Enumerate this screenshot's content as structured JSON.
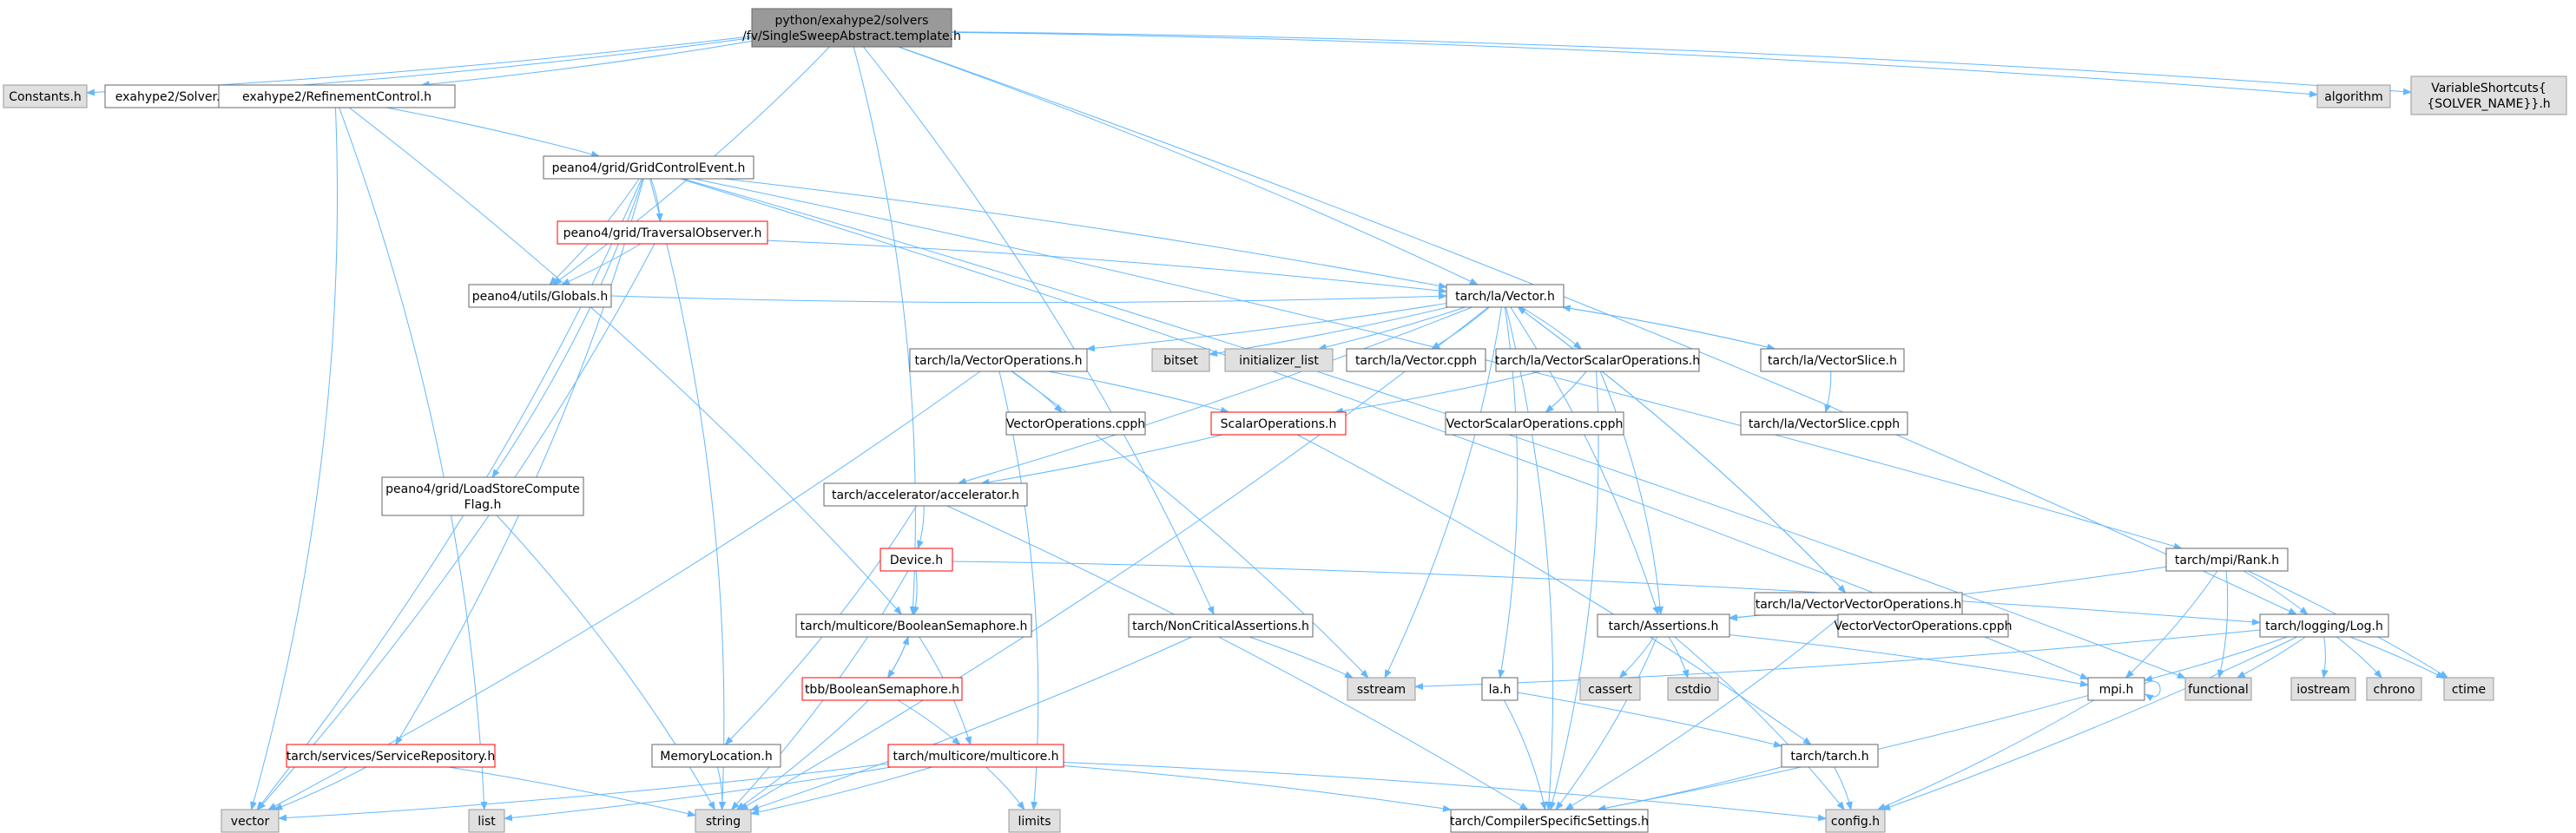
{
  "graph": {
    "colors": {
      "edge": "#63b8ff",
      "root_fill": "#999999",
      "root_stroke": "#666666",
      "node_fill": "#ffffff",
      "node_stroke": "#666666",
      "system_fill": "#e0e0e0",
      "system_stroke": "#999999",
      "incomplete_stroke": "#ff0000"
    },
    "nodes": [
      {
        "id": "root",
        "lines": [
          "python/exahype2/solvers",
          "/fv/SingleSweepAbstract.template.h"
        ],
        "kind": "root"
      },
      {
        "id": "constants",
        "lines": [
          "Constants.h"
        ],
        "kind": "system"
      },
      {
        "id": "solver",
        "lines": [
          "exahype2/Solver.h"
        ],
        "kind": "normal"
      },
      {
        "id": "refine",
        "lines": [
          "exahype2/RefinementControl.h"
        ],
        "kind": "normal"
      },
      {
        "id": "algorithm",
        "lines": [
          "algorithm"
        ],
        "kind": "system"
      },
      {
        "id": "varshort",
        "lines": [
          "VariableShortcuts{",
          "{SOLVER_NAME}}.h"
        ],
        "kind": "system"
      },
      {
        "id": "gridctrl",
        "lines": [
          "peano4/grid/GridControlEvent.h"
        ],
        "kind": "normal"
      },
      {
        "id": "travobs",
        "lines": [
          "peano4/grid/TraversalObserver.h"
        ],
        "kind": "incomplete"
      },
      {
        "id": "globals",
        "lines": [
          "peano4/utils/Globals.h"
        ],
        "kind": "normal"
      },
      {
        "id": "lavector",
        "lines": [
          "tarch/la/Vector.h"
        ],
        "kind": "normal"
      },
      {
        "id": "bitset",
        "lines": [
          "bitset"
        ],
        "kind": "system"
      },
      {
        "id": "initlist",
        "lines": [
          "initializer_list"
        ],
        "kind": "system"
      },
      {
        "id": "vectorcpph",
        "lines": [
          "tarch/la/Vector.cpph"
        ],
        "kind": "normal"
      },
      {
        "id": "vecops",
        "lines": [
          "tarch/la/VectorOperations.h"
        ],
        "kind": "normal"
      },
      {
        "id": "vecscal",
        "lines": [
          "tarch/la/VectorScalarOperations.h"
        ],
        "kind": "normal"
      },
      {
        "id": "vecslice",
        "lines": [
          "tarch/la/VectorSlice.h"
        ],
        "kind": "normal"
      },
      {
        "id": "vecopscpph",
        "lines": [
          "VectorOperations.cpph"
        ],
        "kind": "normal"
      },
      {
        "id": "scalops",
        "lines": [
          "ScalarOperations.h"
        ],
        "kind": "incomplete"
      },
      {
        "id": "vecscalcpph",
        "lines": [
          "VectorScalarOperations.cpph"
        ],
        "kind": "normal"
      },
      {
        "id": "vecslicecpph",
        "lines": [
          "tarch/la/VectorSlice.cpph"
        ],
        "kind": "normal"
      },
      {
        "id": "loadstore",
        "lines": [
          "peano4/grid/LoadStoreCompute",
          "Flag.h"
        ],
        "kind": "normal"
      },
      {
        "id": "accel",
        "lines": [
          "tarch/accelerator/accelerator.h"
        ],
        "kind": "normal"
      },
      {
        "id": "device",
        "lines": [
          "Device.h"
        ],
        "kind": "incomplete"
      },
      {
        "id": "rank",
        "lines": [
          "tarch/mpi/Rank.h"
        ],
        "kind": "normal"
      },
      {
        "id": "vecvec",
        "lines": [
          "tarch/la/VectorVectorOperations.h"
        ],
        "kind": "normal"
      },
      {
        "id": "boolsem",
        "lines": [
          "tarch/multicore/BooleanSemaphore.h"
        ],
        "kind": "normal"
      },
      {
        "id": "noncrit",
        "lines": [
          "tarch/NonCriticalAssertions.h"
        ],
        "kind": "normal"
      },
      {
        "id": "asserts",
        "lines": [
          "tarch/Assertions.h"
        ],
        "kind": "normal"
      },
      {
        "id": "vecveccpph",
        "lines": [
          "VectorVectorOperations.cpph"
        ],
        "kind": "normal"
      },
      {
        "id": "log",
        "lines": [
          "tarch/logging/Log.h"
        ],
        "kind": "normal"
      },
      {
        "id": "tbbsem",
        "lines": [
          "tbb/BooleanSemaphore.h"
        ],
        "kind": "incomplete"
      },
      {
        "id": "sstream",
        "lines": [
          "sstream"
        ],
        "kind": "system"
      },
      {
        "id": "cassert",
        "lines": [
          "cassert"
        ],
        "kind": "system"
      },
      {
        "id": "cstdio",
        "lines": [
          "cstdio"
        ],
        "kind": "system"
      },
      {
        "id": "lah",
        "lines": [
          "la.h"
        ],
        "kind": "normal"
      },
      {
        "id": "mpih",
        "lines": [
          "mpi.h"
        ],
        "kind": "normal"
      },
      {
        "id": "functional",
        "lines": [
          "functional"
        ],
        "kind": "system"
      },
      {
        "id": "iostream",
        "lines": [
          "iostream"
        ],
        "kind": "system"
      },
      {
        "id": "chrono",
        "lines": [
          "chrono"
        ],
        "kind": "system"
      },
      {
        "id": "ctime",
        "lines": [
          "ctime"
        ],
        "kind": "system"
      },
      {
        "id": "servrepo",
        "lines": [
          "tarch/services/ServiceRepository.h"
        ],
        "kind": "incomplete"
      },
      {
        "id": "memloc",
        "lines": [
          "MemoryLocation.h"
        ],
        "kind": "normal"
      },
      {
        "id": "multicore",
        "lines": [
          "tarch/multicore/multicore.h"
        ],
        "kind": "incomplete"
      },
      {
        "id": "tarchh",
        "lines": [
          "tarch/tarch.h"
        ],
        "kind": "normal"
      },
      {
        "id": "vector",
        "lines": [
          "vector"
        ],
        "kind": "system"
      },
      {
        "id": "list",
        "lines": [
          "list"
        ],
        "kind": "system"
      },
      {
        "id": "string",
        "lines": [
          "string"
        ],
        "kind": "system"
      },
      {
        "id": "limits",
        "lines": [
          "limits"
        ],
        "kind": "system"
      },
      {
        "id": "compiler",
        "lines": [
          "tarch/CompilerSpecificSettings.h"
        ],
        "kind": "normal"
      },
      {
        "id": "config",
        "lines": [
          "config.h"
        ],
        "kind": "system"
      }
    ],
    "edges": [
      [
        "root",
        "constants"
      ],
      [
        "root",
        "solver"
      ],
      [
        "root",
        "refine"
      ],
      [
        "root",
        "algorithm"
      ],
      [
        "root",
        "varshort"
      ],
      [
        "root",
        "globals"
      ],
      [
        "root",
        "lavector"
      ],
      [
        "root",
        "boolsem"
      ],
      [
        "root",
        "noncrit"
      ],
      [
        "root",
        "log"
      ],
      [
        "refine",
        "gridctrl"
      ],
      [
        "refine",
        "boolsem"
      ],
      [
        "refine",
        "vector"
      ],
      [
        "refine",
        "list"
      ],
      [
        "gridctrl",
        "travobs"
      ],
      [
        "gridctrl",
        "globals"
      ],
      [
        "gridctrl",
        "lavector"
      ],
      [
        "gridctrl",
        "loadstore"
      ],
      [
        "gridctrl",
        "rank"
      ],
      [
        "gridctrl",
        "mpih"
      ],
      [
        "gridctrl",
        "functional"
      ],
      [
        "gridctrl",
        "servrepo"
      ],
      [
        "gridctrl",
        "string"
      ],
      [
        "gridctrl",
        "vector"
      ],
      [
        "travobs",
        "globals"
      ],
      [
        "travobs",
        "lavector"
      ],
      [
        "travobs",
        "vector"
      ],
      [
        "globals",
        "lavector"
      ],
      [
        "lavector",
        "bitset"
      ],
      [
        "lavector",
        "initlist"
      ],
      [
        "lavector",
        "vectorcpph"
      ],
      [
        "lavector",
        "vecops"
      ],
      [
        "lavector",
        "vecscal"
      ],
      [
        "lavector",
        "vecslice"
      ],
      [
        "lavector",
        "vecvec"
      ],
      [
        "lavector",
        "accel"
      ],
      [
        "lavector",
        "lah"
      ],
      [
        "lavector",
        "sstream"
      ],
      [
        "lavector",
        "string"
      ],
      [
        "lavector",
        "asserts"
      ],
      [
        "lavector",
        "compiler"
      ],
      [
        "vecops",
        "vecopscpph"
      ],
      [
        "vecops",
        "scalops"
      ],
      [
        "vecops",
        "limits"
      ],
      [
        "vecops",
        "sstream"
      ],
      [
        "vecops",
        "vector"
      ],
      [
        "vecscal",
        "vecscalcpph"
      ],
      [
        "vecscal",
        "scalops"
      ],
      [
        "vecscal",
        "asserts"
      ],
      [
        "vecscal",
        "compiler"
      ],
      [
        "vecslice",
        "vecslicecpph"
      ],
      [
        "vecslice",
        "lavector"
      ],
      [
        "scalops",
        "accel"
      ],
      [
        "scalops",
        "tarchh"
      ],
      [
        "accel",
        "device"
      ],
      [
        "accel",
        "memloc"
      ],
      [
        "accel",
        "compiler"
      ],
      [
        "device",
        "boolsem"
      ],
      [
        "device",
        "log"
      ],
      [
        "device",
        "string"
      ],
      [
        "loadstore",
        "string"
      ],
      [
        "rank",
        "asserts"
      ],
      [
        "rank",
        "log"
      ],
      [
        "rank",
        "mpih"
      ],
      [
        "rank",
        "functional"
      ],
      [
        "rank",
        "ctime"
      ],
      [
        "vecvec",
        "vecveccpph"
      ],
      [
        "vecvec",
        "asserts"
      ],
      [
        "vecvec",
        "compiler"
      ],
      [
        "vecvec",
        "lavector"
      ],
      [
        "boolsem",
        "tbbsem"
      ],
      [
        "boolsem",
        "multicore"
      ],
      [
        "tbbsem",
        "boolsem"
      ],
      [
        "tbbsem",
        "multicore"
      ],
      [
        "tbbsem",
        "string"
      ],
      [
        "noncrit",
        "sstream"
      ],
      [
        "noncrit",
        "string"
      ],
      [
        "asserts",
        "cassert"
      ],
      [
        "asserts",
        "cstdio"
      ],
      [
        "asserts",
        "mpih"
      ],
      [
        "asserts",
        "compiler"
      ],
      [
        "asserts",
        "config"
      ],
      [
        "log",
        "sstream"
      ],
      [
        "log",
        "mpih"
      ],
      [
        "log",
        "functional"
      ],
      [
        "log",
        "iostream"
      ],
      [
        "log",
        "chrono"
      ],
      [
        "log",
        "ctime"
      ],
      [
        "log",
        "config"
      ],
      [
        "mpih",
        "mpih"
      ],
      [
        "mpih",
        "config"
      ],
      [
        "mpih",
        "compiler"
      ],
      [
        "lah",
        "tarchh"
      ],
      [
        "lah",
        "compiler"
      ],
      [
        "tarchh",
        "config"
      ],
      [
        "tarchh",
        "compiler"
      ],
      [
        "servrepo",
        "vector"
      ],
      [
        "servrepo",
        "string"
      ],
      [
        "memloc",
        "string"
      ],
      [
        "multicore",
        "vector"
      ],
      [
        "multicore",
        "list"
      ],
      [
        "multicore",
        "string"
      ],
      [
        "multicore",
        "limits"
      ],
      [
        "multicore",
        "compiler"
      ],
      [
        "multicore",
        "config"
      ]
    ]
  }
}
